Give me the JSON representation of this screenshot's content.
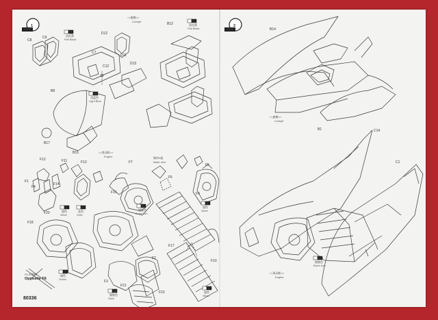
{
  "colors": {
    "background": "#b4262b",
    "paper": "#f3f3f1",
    "ink": "#3a3a3a"
  },
  "step1": {
    "step_word": "STEP",
    "step_number": "1",
    "cockpit_title": "<<座舱>>",
    "cockpit_label": "Cockpit",
    "engine_title": "<<发动机>>",
    "engine_label": "Engine",
    "parts": {
      "c8": "C8",
      "c9": "C9",
      "c7": "C7",
      "d12": "D12",
      "b12": "B12",
      "c12": "C12",
      "d11": "D11",
      "d13": "D13",
      "b8": "B8",
      "b17": "B17",
      "b15": "B15",
      "f12": "F12",
      "f11": "F11",
      "f13": "F13",
      "f1": "F1",
      "f4": "F4",
      "f14": "F14",
      "f7": "F7",
      "f6": "F6",
      "f15": "F15",
      "f20": "F20",
      "f18": "F18",
      "f9": "F9",
      "f5": "F5",
      "f17": "F17",
      "f10": "F10",
      "f2": "F2",
      "f3": "F3",
      "f21": "F21",
      "f22": "F22"
    },
    "make_nine_cn": "制作9组",
    "make_nine": "Make nine",
    "paint": {
      "flat_black_1": {
        "code": "33",
        "cn": "消光黑",
        "en": "Flat Black"
      },
      "flat_black_2": {
        "code": "33",
        "cn": "消光黑",
        "en": "Flat Black"
      },
      "light_blue": {
        "code": "14",
        "cn": "浅蓝色",
        "en": "Light Blue"
      },
      "silver": {
        "code": "8",
        "cn": "银色",
        "en": "Silver"
      },
      "gold": {
        "code": "9",
        "cn": "金色",
        "en": "Gold"
      },
      "burnt_iron_1": {
        "code": "61",
        "cn": "燃铁色",
        "en": "Burnt Iron"
      },
      "silver_2": {
        "code": "8",
        "cn": "银色",
        "en": "Silver"
      },
      "green": {
        "code": "6",
        "cn": "绿色",
        "en": "Green"
      },
      "steel": {
        "code": "18",
        "cn": "钢铁色",
        "en": "Steel"
      },
      "silver_3": {
        "code": "8",
        "cn": "银色",
        "en": "Silver"
      }
    },
    "opposite_cn": "F6 对侧的",
    "opposite": "Opposite F6"
  },
  "step2": {
    "step_word": "STEP",
    "step_number": "2",
    "parts": {
      "b14": "B14",
      "b1": "B1",
      "c14": "C14",
      "c1": "C1"
    },
    "cockpit_title": "<<座舱>>",
    "cockpit_label": "Cockpit",
    "engine_title": "<<发动机>>",
    "engine_label": "Engine",
    "paint": {
      "burnt_iron": {
        "code": "61",
        "cn": "燃铁色",
        "en": "Burnt Iron"
      }
    }
  },
  "footer": {
    "code": "80336"
  }
}
